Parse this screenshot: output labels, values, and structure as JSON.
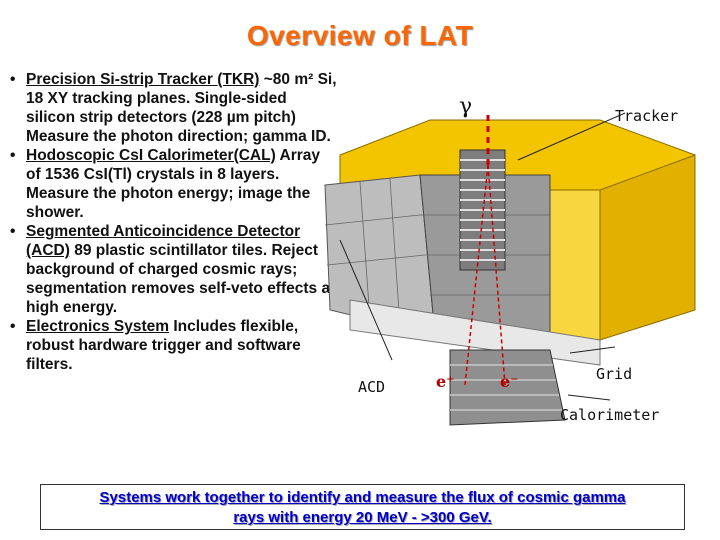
{
  "title": "Overview of LAT",
  "bullets": [
    {
      "heading": "Precision Si-strip Tracker (TKR)",
      "text": "~80 m² Si, 18 XY tracking planes. Single-sided silicon strip detectors (228 µm pitch) Measure the photon direction; gamma ID."
    },
    {
      "heading": "Hodoscopic CsI Calorimeter(CAL)",
      "text": "Array of 1536 CsI(Tl) crystals in 8 layers.  Measure the photon energy; image the shower."
    },
    {
      "heading": "Segmented Anticoincidence Detector (ACD)",
      "text": "89 plastic scintillator tiles.    Reject background of charged cosmic rays;  segmentation removes self-veto effects at high energy."
    },
    {
      "heading": "Electronics System",
      "text": "Includes flexible, robust hardware trigger and software filters."
    }
  ],
  "figure_labels": {
    "gamma": "γ",
    "tracker": "Tracker",
    "acd": "ACD",
    "grid": "Grid",
    "calorimeter": "Calorimeter",
    "e_plus": "e⁺",
    "e_minus": "e⁻"
  },
  "summary_line1": "Systems work together to identify and measure the flux of cosmic gamma",
  "summary_line2": "rays with energy 20 MeV - >300 GeV.",
  "colors": {
    "title": "#ff6600",
    "summary": "#0000cc",
    "acd_foam": "#f2c200",
    "particle": "#b00000"
  }
}
